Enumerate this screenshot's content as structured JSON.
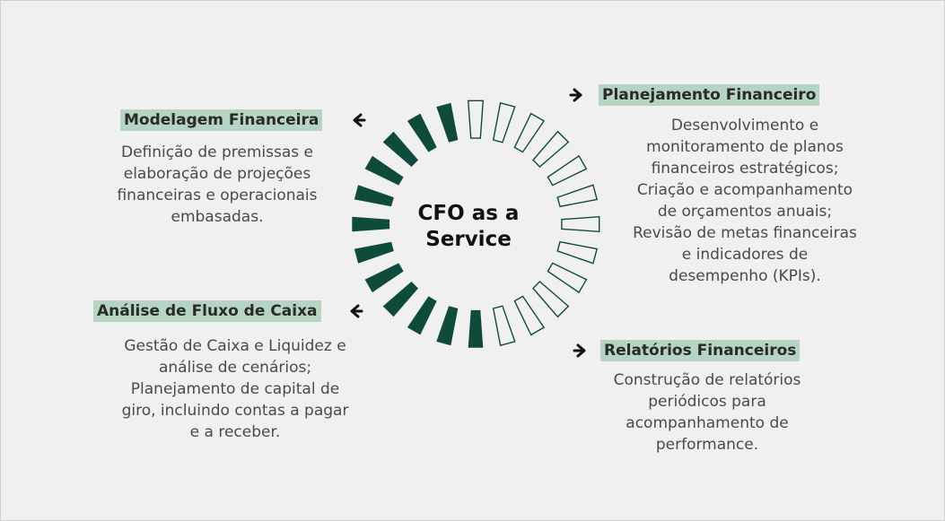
{
  "colors": {
    "background": "#f0f0f0",
    "dark_green": "#0f4b3d",
    "heading_bg": "#b5d4c1",
    "text": "#4a4a4a"
  },
  "center": {
    "title": "CFO as a\nService"
  },
  "ring": {
    "segment_count": 24,
    "filled_count": 12
  },
  "sections": {
    "modelagem": {
      "title": "Modelagem Financeira",
      "description": "Definição de premissas e\nelaboração de projeções\nfinanceiras e operacionais\nembasadas.",
      "arrow_icon": "arrow-left-icon"
    },
    "fluxo": {
      "title": "Análise de Fluxo de Caixa",
      "description": "Gestão de Caixa e Liquidez e\nanálise de cenários;\nPlanejamento de capital de\ngiro, incluindo contas a pagar\ne a receber.",
      "arrow_icon": "arrow-left-icon"
    },
    "planejamento": {
      "title": "Planejamento Financeiro",
      "description": "Desenvolvimento e\nmonitoramento de planos\nfinanceiros estratégicos;\nCriação e acompanhamento\nde orçamentos anuais;\nRevisão de metas financeiras\ne indicadores de\ndesempenho (KPIs).",
      "arrow_icon": "arrow-right-icon"
    },
    "relatorios": {
      "title": "Relatórios Financeiros",
      "description": "Construção de relatórios\nperiódicos para\nacompanhamento de\nperformance.",
      "arrow_icon": "arrow-right-icon"
    }
  }
}
